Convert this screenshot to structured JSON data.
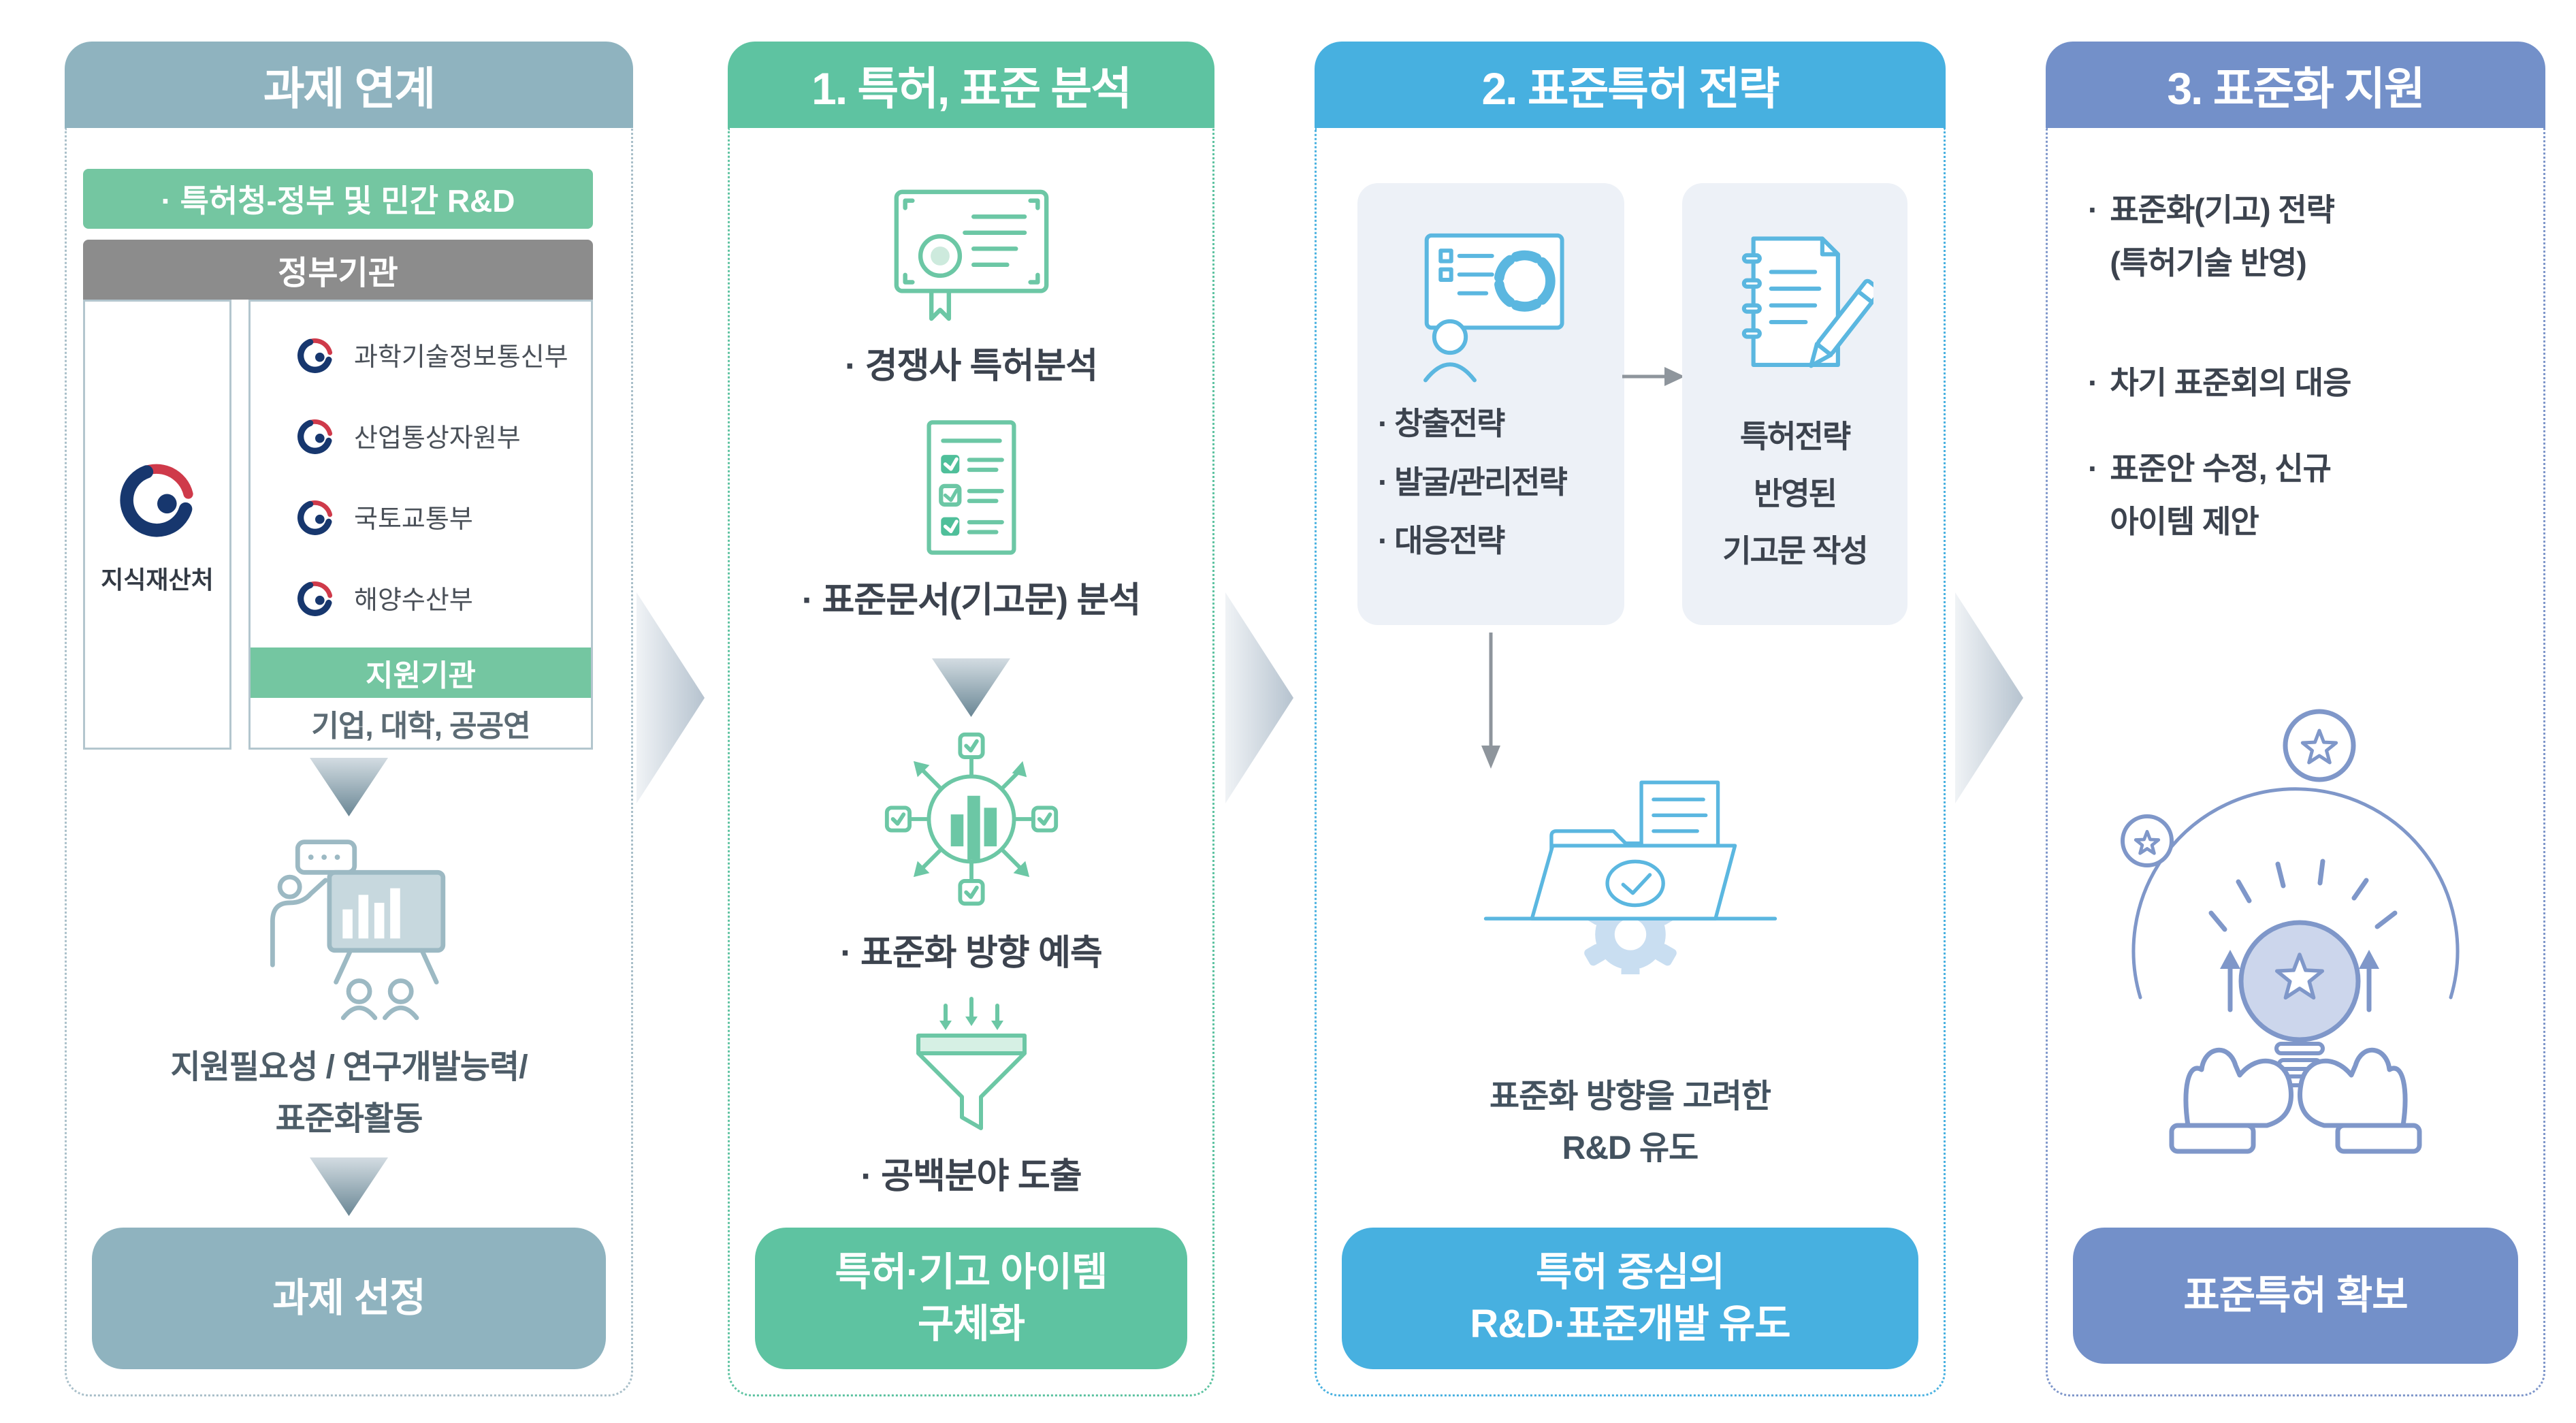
{
  "columns": {
    "c1": {
      "header": "과제 연계",
      "rnd_bar": "· 특허청-정부 및 민간 R&D",
      "gov_bar": "정부기관",
      "kipo_label": "지식재산처",
      "ministries": [
        "과학기술정보통신부",
        "산업통상자원부",
        "국토교통부",
        "해양수산부"
      ],
      "support_bar": "지원기관",
      "orgs_row": "기업, 대학, 공공연",
      "caption": "지원필요성 / 연구개발능력/\n표준화활동",
      "button": "과제 선정"
    },
    "c2": {
      "header": "1. 특허, 표준 분석",
      "item1": "· 경쟁사 특허분석",
      "item2": "· 표준문서(기고문) 분석",
      "item3": "· 표준화 방향 예측",
      "item4": "· 공백분야 도출",
      "button": "특허·기고 아이템\n구체화"
    },
    "c3": {
      "header": "2. 표준특허 전략",
      "box1_items": "· 창출전략\n· 발굴/관리전략\n· 대응전략",
      "box2_text": "특허전략\n반영된\n기고문 작성",
      "caption": "표준화 방향을 고려한\nR&D 유도",
      "button": "특허 중심의\nR&D·표준개발 유도"
    },
    "c4": {
      "header": "3. 표준화 지원",
      "bullets": [
        {
          "dot": "·",
          "text": "표준화(기고) 전략\n(특허기술 반영)"
        },
        {
          "dot": "·",
          "text": "차기 표준회의 대응"
        },
        {
          "dot": "·",
          "text": "표준안 수정, 신규\n아이템 제안"
        }
      ],
      "button": "표준특허 확보"
    }
  },
  "colors": {
    "c1_accent": "#8fb3bf",
    "c2_accent": "#5ec3a1",
    "c3_accent": "#47b0e0",
    "c4_accent": "#7390c9",
    "bar_green": "#74c6a1",
    "bar_gray": "#8c8c8c",
    "gov_logo_navy": "#17376e",
    "gov_logo_red": "#cf3a4a"
  },
  "icons": {
    "c1_flow": "presentation-training-icon",
    "c2_1": "certificate-icon",
    "c2_2": "checklist-icon",
    "c2_3": "analysis-hub-icon",
    "c2_4": "funnel-icon",
    "c3_1": "strategy-dashboard-icon",
    "c3_2": "contribution-writing-icon",
    "c3_3": "rnd-folder-gear-icon",
    "c4_1": "idea-bulb-hands-icon"
  }
}
